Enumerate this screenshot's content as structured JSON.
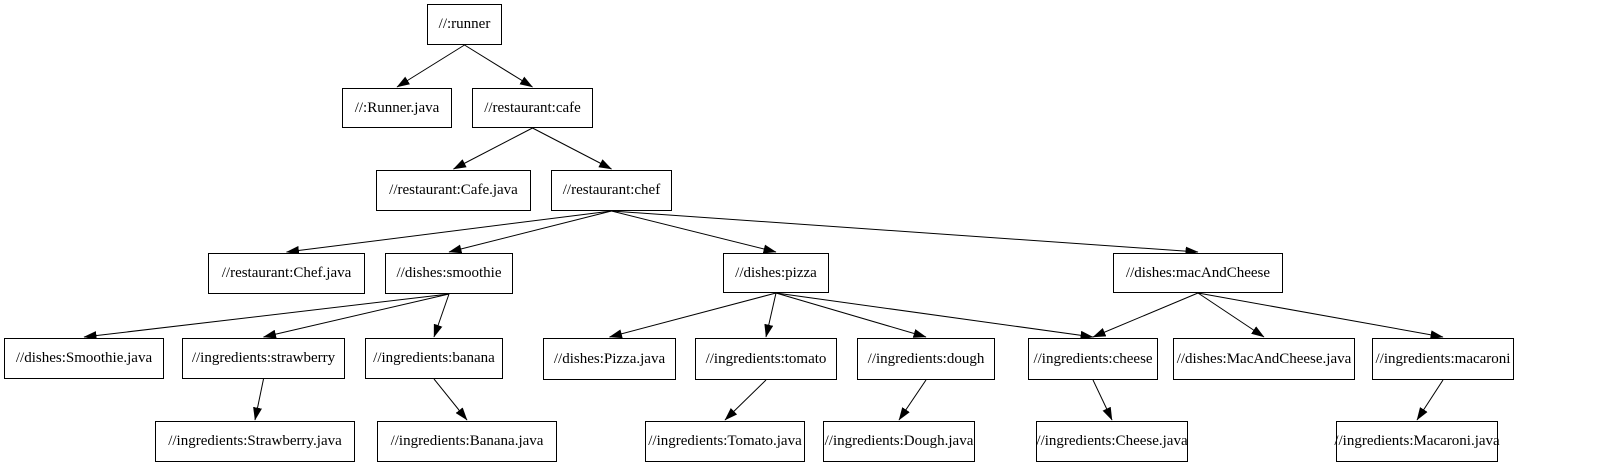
{
  "graph": {
    "title": "build-target-dependency-graph",
    "background_color": "#ffffff",
    "node_fill_color": "#ffffff",
    "node_border_color": "#000000",
    "edge_color": "#000000",
    "text_color": "#000000",
    "nodes": [
      {
        "id": "runner",
        "label": "//:runner"
      },
      {
        "id": "runnerJava",
        "label": "//:Runner.java"
      },
      {
        "id": "cafe",
        "label": "//restaurant:cafe"
      },
      {
        "id": "cafeJava",
        "label": "//restaurant:Cafe.java"
      },
      {
        "id": "chef",
        "label": "//restaurant:chef"
      },
      {
        "id": "chefJava",
        "label": "//restaurant:Chef.java"
      },
      {
        "id": "smoothie",
        "label": "//dishes:smoothie"
      },
      {
        "id": "pizza",
        "label": "//dishes:pizza"
      },
      {
        "id": "mac",
        "label": "//dishes:macAndCheese"
      },
      {
        "id": "smoothieJava",
        "label": "//dishes:Smoothie.java"
      },
      {
        "id": "strawberry",
        "label": "//ingredients:strawberry"
      },
      {
        "id": "banana",
        "label": "//ingredients:banana"
      },
      {
        "id": "pizzaJava",
        "label": "//dishes:Pizza.java"
      },
      {
        "id": "tomato",
        "label": "//ingredients:tomato"
      },
      {
        "id": "dough",
        "label": "//ingredients:dough"
      },
      {
        "id": "cheese",
        "label": "//ingredients:cheese"
      },
      {
        "id": "macJava",
        "label": "//dishes:MacAndCheese.java"
      },
      {
        "id": "macaroni",
        "label": "//ingredients:macaroni"
      },
      {
        "id": "strawberryJava",
        "label": "//ingredients:Strawberry.java"
      },
      {
        "id": "bananaJava",
        "label": "//ingredients:Banana.java"
      },
      {
        "id": "tomatoJava",
        "label": "//ingredients:Tomato.java"
      },
      {
        "id": "doughJava",
        "label": "//ingredients:Dough.java"
      },
      {
        "id": "cheeseJava",
        "label": "//ingredients:Cheese.java"
      },
      {
        "id": "macaroniJava",
        "label": "//ingredients:Macaroni.java"
      }
    ],
    "edges": [
      {
        "from": "runner",
        "to": "runnerJava"
      },
      {
        "from": "runner",
        "to": "cafe"
      },
      {
        "from": "cafe",
        "to": "cafeJava"
      },
      {
        "from": "cafe",
        "to": "chef"
      },
      {
        "from": "chef",
        "to": "chefJava"
      },
      {
        "from": "chef",
        "to": "smoothie"
      },
      {
        "from": "chef",
        "to": "pizza"
      },
      {
        "from": "chef",
        "to": "mac"
      },
      {
        "from": "smoothie",
        "to": "smoothieJava"
      },
      {
        "from": "smoothie",
        "to": "strawberry"
      },
      {
        "from": "smoothie",
        "to": "banana"
      },
      {
        "from": "strawberry",
        "to": "strawberryJava"
      },
      {
        "from": "banana",
        "to": "bananaJava"
      },
      {
        "from": "pizza",
        "to": "pizzaJava"
      },
      {
        "from": "pizza",
        "to": "tomato"
      },
      {
        "from": "pizza",
        "to": "dough"
      },
      {
        "from": "pizza",
        "to": "cheese"
      },
      {
        "from": "mac",
        "to": "cheese"
      },
      {
        "from": "mac",
        "to": "macJava"
      },
      {
        "from": "mac",
        "to": "macaroni"
      },
      {
        "from": "tomato",
        "to": "tomatoJava"
      },
      {
        "from": "dough",
        "to": "doughJava"
      },
      {
        "from": "cheese",
        "to": "cheeseJava"
      },
      {
        "from": "macaroni",
        "to": "macaroniJava"
      }
    ]
  }
}
